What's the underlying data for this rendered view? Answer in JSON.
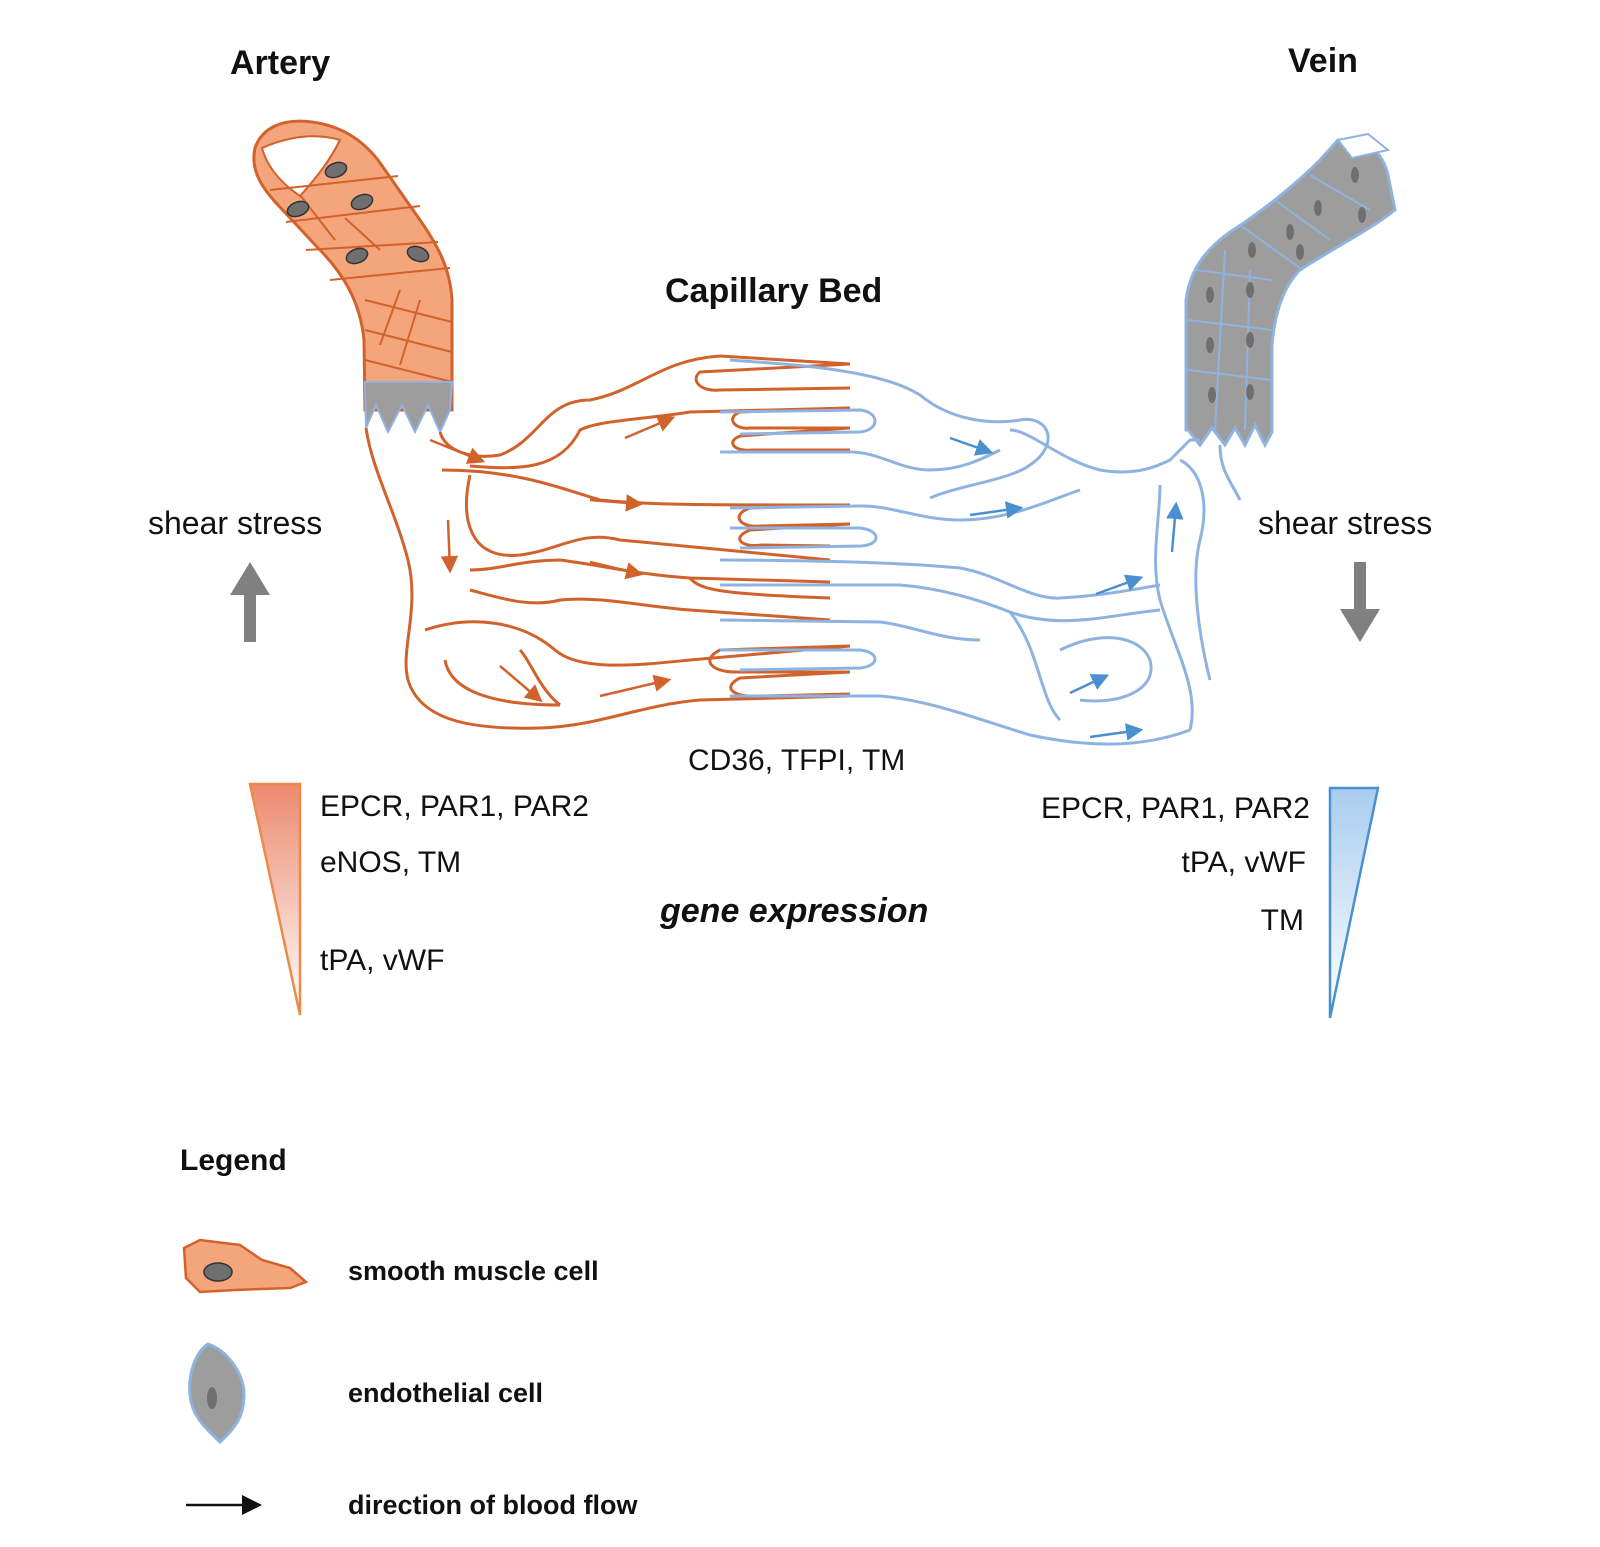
{
  "titles": {
    "artery": "Artery",
    "vein": "Vein",
    "capillary_bed": "Capillary Bed"
  },
  "shear_stress": {
    "left": "shear stress",
    "right": "shear stress"
  },
  "gene_expression": {
    "heading": "gene expression",
    "center": "CD36, TFPI, TM",
    "arterial": [
      "EPCR, PAR1, PAR2",
      "eNOS, TM",
      "tPA, vWF"
    ],
    "venous": [
      "EPCR, PAR1, PAR2",
      "tPA, vWF",
      "TM"
    ]
  },
  "legend": {
    "heading": "Legend",
    "items": [
      {
        "label": "smooth muscle cell",
        "icon": "smooth-muscle-cell-icon"
      },
      {
        "label": "endothelial cell",
        "icon": "endothelial-cell-icon"
      },
      {
        "label": "direction of blood flow",
        "icon": "arrow-right-icon"
      }
    ]
  },
  "colors": {
    "artery": "#d2622c",
    "artery_fill": "#f4a57c",
    "vein": "#8fb3e0",
    "vein_dark": "#4a8fd0",
    "endothelial_fill": "#9d9d9d",
    "nucleus": "#6f6f6f",
    "shear_arrow": "#808080"
  }
}
